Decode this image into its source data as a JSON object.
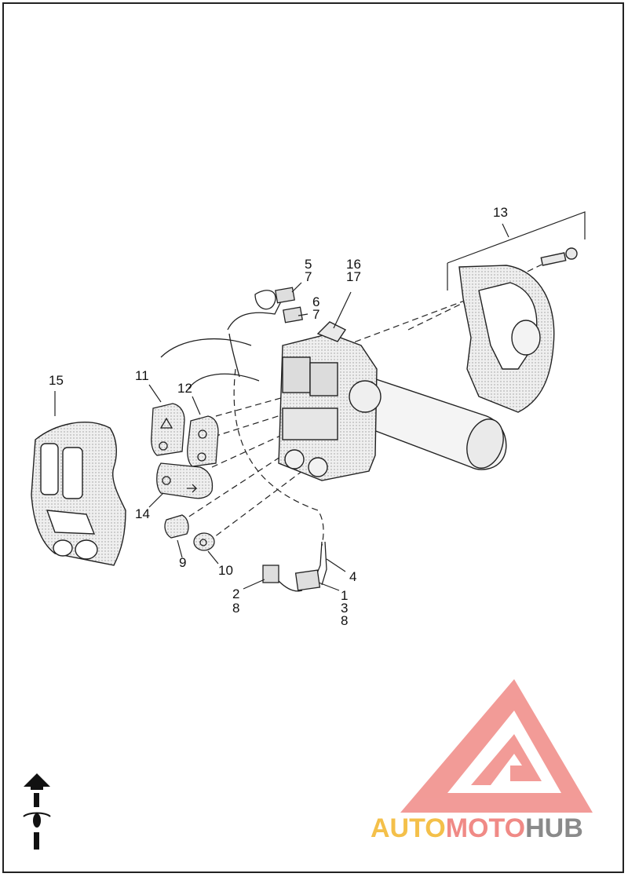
{
  "callouts": [
    {
      "id": "c13",
      "text": "13"
    },
    {
      "id": "c5",
      "text": "5"
    },
    {
      "id": "c7a",
      "text": "7"
    },
    {
      "id": "c6",
      "text": "6"
    },
    {
      "id": "c7b",
      "text": "7"
    },
    {
      "id": "c16",
      "text": "16"
    },
    {
      "id": "c17",
      "text": "17"
    },
    {
      "id": "c15",
      "text": "15"
    },
    {
      "id": "c11",
      "text": "11"
    },
    {
      "id": "c12",
      "text": "12"
    },
    {
      "id": "c14",
      "text": "14"
    },
    {
      "id": "c9",
      "text": "9"
    },
    {
      "id": "c10",
      "text": "10"
    },
    {
      "id": "c4",
      "text": "4"
    },
    {
      "id": "c2",
      "text": "2"
    },
    {
      "id": "c8a",
      "text": "8"
    },
    {
      "id": "c1",
      "text": "1"
    },
    {
      "id": "c3",
      "text": "3"
    },
    {
      "id": "c8b",
      "text": "8"
    }
  ],
  "watermark": {
    "part1": "AUTO",
    "part2": "MOTO",
    "part3": "HUB",
    "color_auto": "#f4c04a",
    "color_moto": "#f08a86",
    "color_hub": "#8a8a8a",
    "logo_color": "#f08a86"
  },
  "direction_icon": "front-direction-arrow-icon"
}
